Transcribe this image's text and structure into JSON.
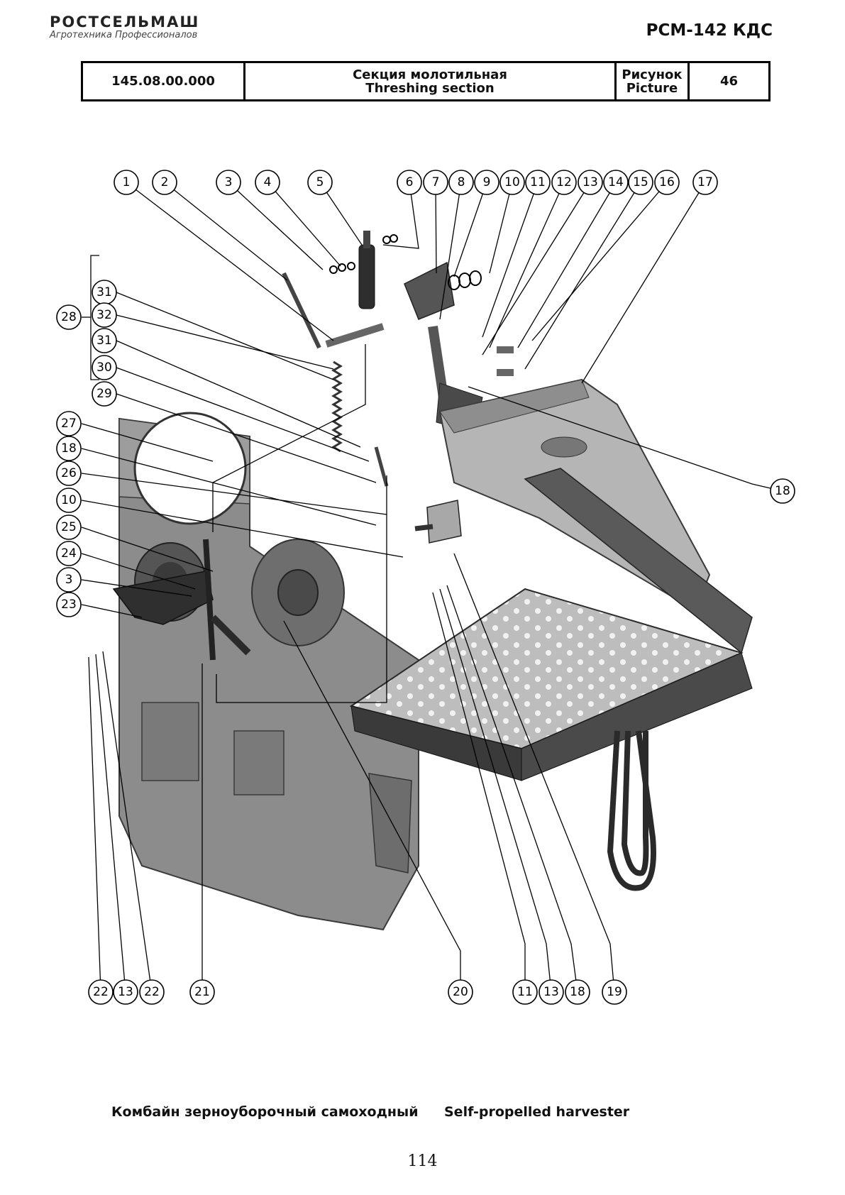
{
  "header": {
    "brand": "РОСТСЕЛЬМАШ",
    "tagline": "Агротехника Профессионалов",
    "model": "РСМ-142 КДС"
  },
  "title_block": {
    "code": "145.08.00.000",
    "name_ru": "Секция молотильная",
    "name_en": "Threshing section",
    "picture_label_ru": "Рисунок",
    "picture_label_en": "Picture",
    "picture_number": "46"
  },
  "callouts": {
    "c1": "1",
    "c2": "2",
    "c3": "3",
    "c4": "4",
    "c5": "5",
    "c6": "6",
    "c7": "7",
    "c8": "8",
    "c9": "9",
    "c10": "10",
    "c11": "11",
    "c12": "12",
    "c13": "13",
    "c14": "14",
    "c15": "15",
    "c16": "16",
    "c17": "17",
    "r18": "18",
    "l31a": "31",
    "l32": "32",
    "l28": "28",
    "l31b": "31",
    "l30": "30",
    "l29": "29",
    "l27": "27",
    "l18": "18",
    "l26": "26",
    "l10": "10",
    "l25": "25",
    "l24": "24",
    "l3": "3",
    "l23": "23",
    "b22a": "22",
    "b13a": "13",
    "b22b": "22",
    "b21": "21",
    "b20": "20",
    "b11": "11",
    "b13b": "13",
    "b18": "18",
    "b19": "19"
  },
  "footer": {
    "caption_ru": "Комбайн зерноуборочный самоходный",
    "caption_en": "Self-propelled harvester",
    "page_number": "114"
  }
}
